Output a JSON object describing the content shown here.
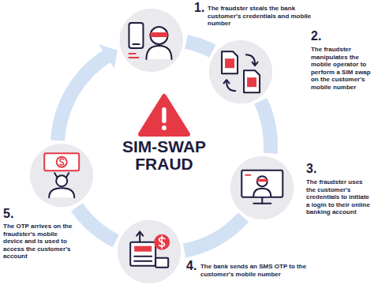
{
  "diagram": {
    "title": "SIM-SWAP FRAUD",
    "nodes": [
      {
        "text": [
          "1.",
          "The fraudster steals the bank customer's credentials and mobile number"
        ]
      },
      {
        "text": [
          "2.",
          "The fraudster manipulates the mobile operator to perform a SIM swap on the customer's mobile number"
        ]
      },
      {
        "text": [
          "3.",
          "The fraudster uses the customer's credentials to initiate a login to their online banking account"
        ]
      },
      {
        "text": [
          "4.",
          "The bank sends an SMS OTP to the customer's mobile number"
        ]
      },
      {
        "text": [
          "5.",
          "The OTP arrives on the fraudster's mobile device and is used to access the customer's account"
        ]
      }
    ],
    "edges": [
      {
        "from": 0,
        "to": 1,
        "arrow": "none"
      },
      {
        "from": 1,
        "to": 2,
        "arrow": "none"
      },
      {
        "from": 2,
        "to": 3,
        "arrow": "none"
      },
      {
        "from": 3,
        "to": 4,
        "arrow": "none"
      },
      {
        "from": 4,
        "to": 0,
        "arrow": "to"
      }
    ]
  }
}
